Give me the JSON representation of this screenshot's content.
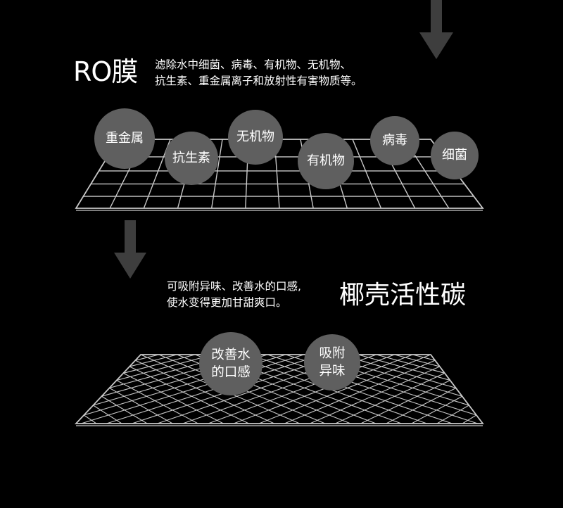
{
  "ro": {
    "title": "RO膜",
    "desc_lines": [
      "滤除水中细菌、病毒、有机物、无机物、",
      "抗生素、重金属离子和放射性有害物质等。"
    ],
    "bubbles": [
      "重金属",
      "抗生素",
      "无机物",
      "有机物",
      "病毒",
      "细菌"
    ]
  },
  "carbon": {
    "title": "椰壳活性碳",
    "desc_lines": [
      "可吸附异味、改善水的口感,",
      "使水变得更加甘甜爽口。"
    ],
    "bubbles": [
      {
        "line1": "改善水",
        "line2": "的口感"
      },
      {
        "line1": "吸附",
        "line2": "异味"
      }
    ]
  },
  "colors": {
    "background": "#000000",
    "bubble": "#5f5f5f",
    "arrow": "#3e3e3e",
    "grid_line": "#c8c8c8"
  },
  "icons": [
    "arrow-down-icon",
    "arrow-down-icon"
  ]
}
